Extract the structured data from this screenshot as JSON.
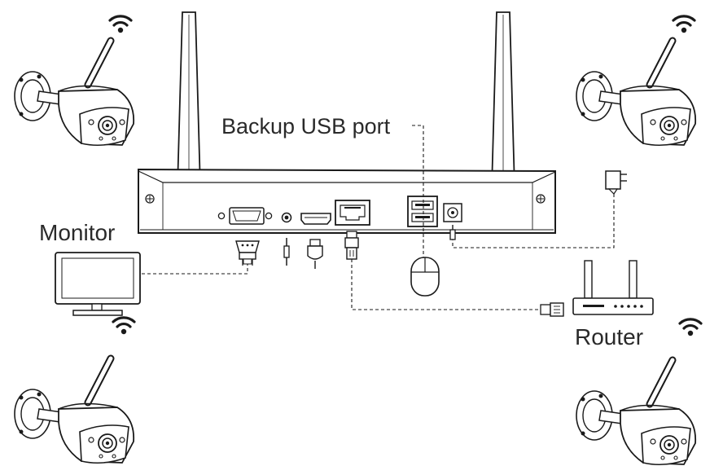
{
  "labels": {
    "backup_usb": "Backup USB port",
    "monitor": "Monitor",
    "router": "Router"
  },
  "colors": {
    "stroke": "#1a1a1a",
    "camera_body": "#ffffff",
    "text": "#2a2a2a"
  },
  "icons": [
    "wifi-icon",
    "camera-icon",
    "antenna-icon",
    "monitor-icon",
    "mouse-icon",
    "router-icon",
    "power-adapter-icon",
    "vga-plug-icon",
    "hdmi-plug-icon",
    "ethernet-plug-icon",
    "audio-plug-icon",
    "dc-plug-icon"
  ]
}
